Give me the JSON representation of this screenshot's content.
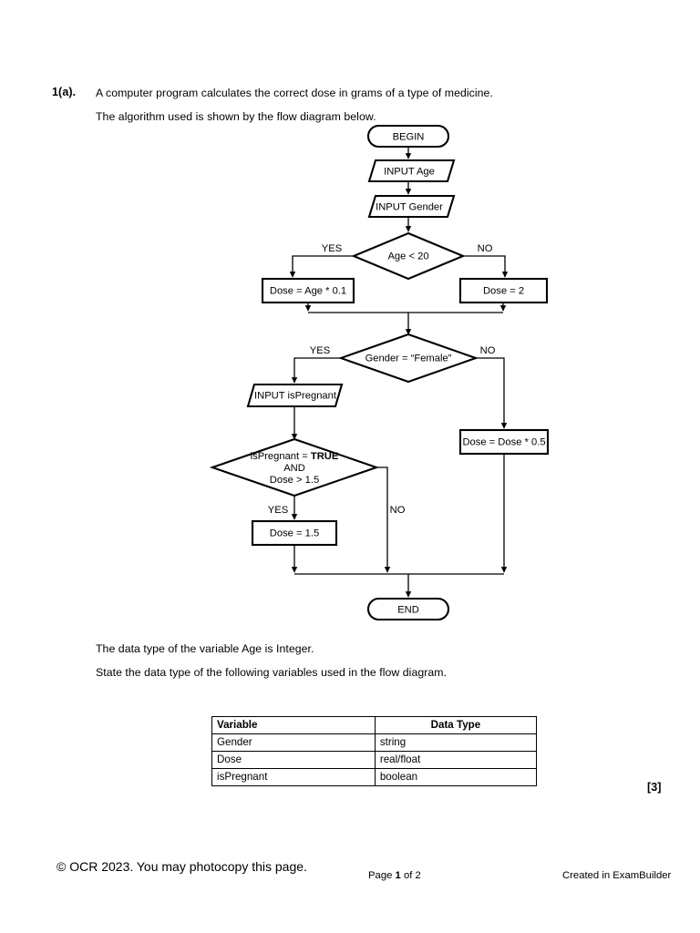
{
  "question": {
    "number": "1(a).",
    "line1": "A computer program calculates the correct dose in grams of a type of medicine.",
    "line2": "The algorithm used is shown by the flow diagram below.",
    "line3": "The data type of the variable Age is Integer.",
    "line4": "State the data type of the following variables used in the flow diagram.",
    "marks": "[3]"
  },
  "flowchart": {
    "begin": "BEGIN",
    "input_age": "INPUT Age",
    "input_gender": "INPUT Gender",
    "decision_age": "Age < 20",
    "age_yes_label": "YES",
    "age_no_label": "NO",
    "dose_age": "Dose = Age * 0.1",
    "dose_two": "Dose = 2",
    "decision_gender": "Gender = “Female”",
    "gender_yes_label": "YES",
    "gender_no_label": "NO",
    "input_ispregnant": "INPUT isPregnant",
    "dose_half": "Dose = Dose * 0.5",
    "decision_pregnant_line1_prefix": "isPregnant = ",
    "decision_pregnant_line1_bold": "TRUE",
    "decision_pregnant_line2": "AND",
    "decision_pregnant_line3": "Dose > 1.5",
    "pregnant_yes_label": "YES",
    "pregnant_no_label": "NO",
    "dose_cap": "Dose = 1.5",
    "end": "END"
  },
  "table": {
    "headers": [
      "Variable",
      "Data Type"
    ],
    "rows": [
      [
        "Gender",
        "string"
      ],
      [
        "Dose",
        "real/float"
      ],
      [
        "isPregnant",
        "boolean"
      ]
    ]
  },
  "footer": {
    "copyright": "© OCR 2023. You may photocopy this page.",
    "page_prefix": "Page ",
    "page_number": "1",
    "page_suffix": " of 2",
    "created": "Created in ExamBuilder"
  }
}
